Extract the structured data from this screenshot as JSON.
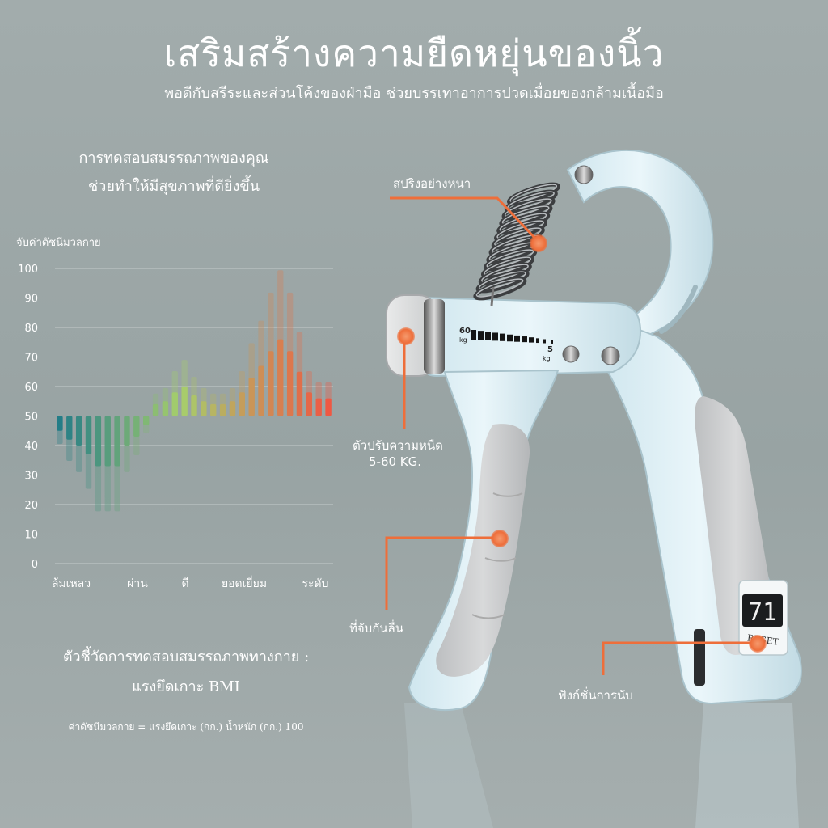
{
  "headline": {
    "title": "เสริมสร้างความยืดหยุ่นของนิ้ว",
    "subtitle": "พอดีกับสรีระและส่วนโค้งของฝ่ามือ ช่วยบรรเทาอาการปวดเมื่อยของกล้ามเนื้อมือ"
  },
  "test_caption": {
    "line1": "การทดสอบสมรรถภาพของคุณ",
    "line2": "ช่วยทำให้มีสุขภาพที่ดียิ่งขึ้น"
  },
  "chart_data": {
    "type": "bar",
    "ylabel": "จับค่าดัชนีมวลกาย",
    "ylim": [
      0,
      100
    ],
    "yticks": [
      0,
      10,
      20,
      30,
      40,
      50,
      60,
      70,
      80,
      90,
      100
    ],
    "baseline": 50,
    "category_labels": [
      "ล้มเหลว",
      "ผ่าน",
      "ดี",
      "ยอดเยี่ยม",
      "ระดับ"
    ],
    "values": [
      45,
      42,
      40,
      37,
      33,
      33,
      33,
      40,
      43,
      47,
      54,
      55,
      58,
      60,
      57,
      55,
      54,
      54,
      55,
      58,
      63,
      67,
      72,
      76,
      72,
      65,
      58,
      56,
      56
    ],
    "colors": {
      "low": "#1f7b86",
      "mid": "#a7d06a",
      "high": "#f2553f"
    }
  },
  "metric_caption": {
    "line1": "ตัวชี้วัดการทดสอบสมรรถภาพทางกาย :",
    "line2": "แรงยึดเกาะ BMI",
    "formula": "ค่าดัชนีมวลกาย = แรงยึดเกาะ (กก.) น้ำหนัก (กก.) 100"
  },
  "callouts": {
    "spring": "สปริงอย่างหนา",
    "adjuster_l1": "ตัวปรับความหนืด",
    "adjuster_l2": "5-60 KG.",
    "handle": "ที่จับกันลื่น",
    "counter": "ฟังก์ชั่นการนับ"
  },
  "device": {
    "scale_max": "60",
    "scale_min": "5",
    "unit": "kg",
    "counter_value": "71",
    "reset_label": "RESET"
  },
  "accent_color": "#ee6e3a"
}
